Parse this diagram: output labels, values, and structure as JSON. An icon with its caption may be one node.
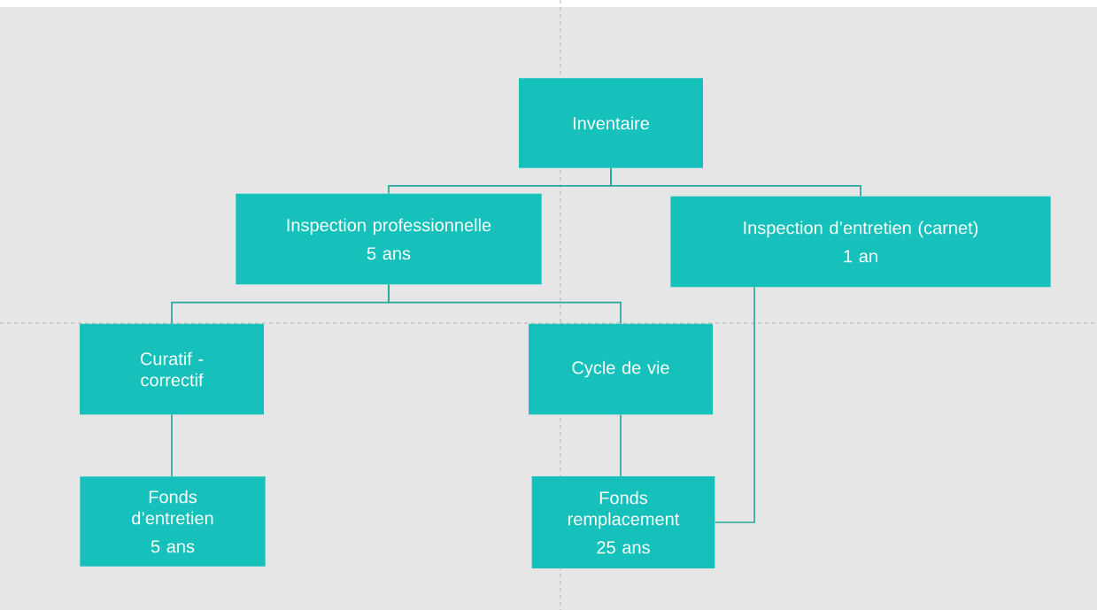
{
  "diagram": {
    "nodes": [
      {
        "text": [
          "Inventaire"
        ]
      },
      {
        "text": [
          "Inspection professionnelle",
          "5 ans"
        ]
      },
      {
        "text": [
          "Inspection d’entretien (carnet)",
          "1 an"
        ]
      },
      {
        "text": [
          "Curatif - correctif"
        ]
      },
      {
        "text": [
          "Cycle de vie"
        ]
      },
      {
        "text": [
          "Fonds d’entretien",
          "5 ans"
        ]
      },
      {
        "text": [
          "Fonds remplacement",
          "25 ans"
        ]
      }
    ],
    "edges": [
      {
        "from": 0,
        "to": 1,
        "arrow": "none"
      },
      {
        "from": 0,
        "to": 2,
        "arrow": "none"
      },
      {
        "from": 1,
        "to": 3,
        "arrow": "none"
      },
      {
        "from": 1,
        "to": 4,
        "arrow": "none"
      },
      {
        "from": 3,
        "to": 5,
        "arrow": "none"
      },
      {
        "from": 4,
        "to": 6,
        "arrow": "none"
      },
      {
        "from": 2,
        "to": 6,
        "arrow": "none"
      }
    ]
  }
}
